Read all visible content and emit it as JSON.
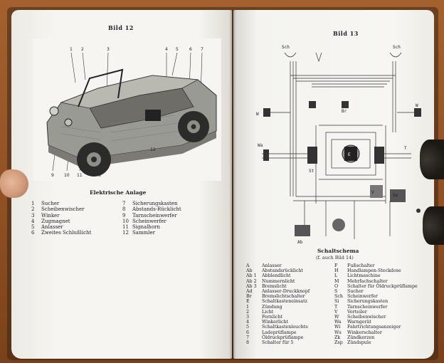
{
  "left_page": {
    "figure_title": "Bild 12",
    "callout_numbers": [
      "1",
      "2",
      "3",
      "4",
      "5",
      "6",
      "7",
      "8",
      "9",
      "10",
      "11",
      "12"
    ],
    "section_title": "Elektrische Anlage",
    "legend_left": [
      {
        "num": "1",
        "label": "Sucher"
      },
      {
        "num": "2",
        "label": "Scheibenwischer"
      },
      {
        "num": "3",
        "label": "Winker"
      },
      {
        "num": "4",
        "label": "Zugmagnet"
      },
      {
        "num": "5",
        "label": "Anlasser"
      },
      {
        "num": "6",
        "label": "Zweites Schlußlicht"
      }
    ],
    "legend_right": [
      {
        "num": "7",
        "label": "Sicherungskasten"
      },
      {
        "num": "8",
        "label": "Abstands-Rücklicht"
      },
      {
        "num": "9",
        "label": "Tarnscheinwerfer"
      },
      {
        "num": "10",
        "label": "Scheinwerfer"
      },
      {
        "num": "11",
        "label": "Signalhorn"
      },
      {
        "num": "12",
        "label": "Sammler"
      }
    ]
  },
  "right_page": {
    "figure_title": "Bild 13",
    "diagram_labels": [
      "Sch",
      "Sch",
      "W",
      "W",
      "Wa",
      "St",
      "T",
      "Br",
      "Ab",
      "Sa",
      "V",
      "E"
    ],
    "section_title": "Schaltschema",
    "section_subtitle": "(f. auch Bild 14)",
    "legend_left": [
      {
        "num": "A",
        "label": "Anlasser"
      },
      {
        "num": "Ab",
        "label": "Abstandsrücklicht"
      },
      {
        "num": "Ab 1",
        "label": "Abblendlicht"
      },
      {
        "num": "Ab 2",
        "label": "Nummernlicht"
      },
      {
        "num": "Ab 3",
        "label": "Bremslicht"
      },
      {
        "num": "Ad",
        "label": "Anlasser-Druckknopf"
      },
      {
        "num": "Br",
        "label": "Bremslichtschalter"
      },
      {
        "num": "E",
        "label": "Schaltkasteneinsatz"
      },
      {
        "num": "1",
        "label": "Zündung"
      },
      {
        "num": "2",
        "label": "Licht"
      },
      {
        "num": "3",
        "label": "Fernlicht"
      },
      {
        "num": "4",
        "label": "Winkerlicht"
      },
      {
        "num": "5",
        "label": "Schaltkastenleuchte"
      },
      {
        "num": "6",
        "label": "Ladeprüflampe"
      },
      {
        "num": "7",
        "label": "Öldruckprüflampe"
      },
      {
        "num": "8",
        "label": "Schalter für 5"
      }
    ],
    "legend_right": [
      {
        "num": "F",
        "label": "Fußschalter"
      },
      {
        "num": "H",
        "label": "Handlampen-Steckdose"
      },
      {
        "num": "L",
        "label": "Lichtmaschine"
      },
      {
        "num": "M",
        "label": "Mehrfachschalter"
      },
      {
        "num": "O",
        "label": "Schalter für Öldruckprüflampe"
      },
      {
        "num": "S",
        "label": "Sucher"
      },
      {
        "num": "Sch",
        "label": "Scheinwerfer"
      },
      {
        "num": "Si",
        "label": "Sicherungskasten"
      },
      {
        "num": "T",
        "label": "Tarnscheinwerfer"
      },
      {
        "num": "V",
        "label": "Verteiler"
      },
      {
        "num": "W",
        "label": "Scheibenwischer"
      },
      {
        "num": "Wa",
        "label": "Warngerät"
      },
      {
        "num": "Wi",
        "label": "Fahrtrichtungsanzeiger"
      },
      {
        "num": "Ws",
        "label": "Winkerschalter"
      },
      {
        "num": "Zk",
        "label": "Zündkerzen"
      },
      {
        "num": "Zsp",
        "label": "Zündspule"
      }
    ]
  }
}
